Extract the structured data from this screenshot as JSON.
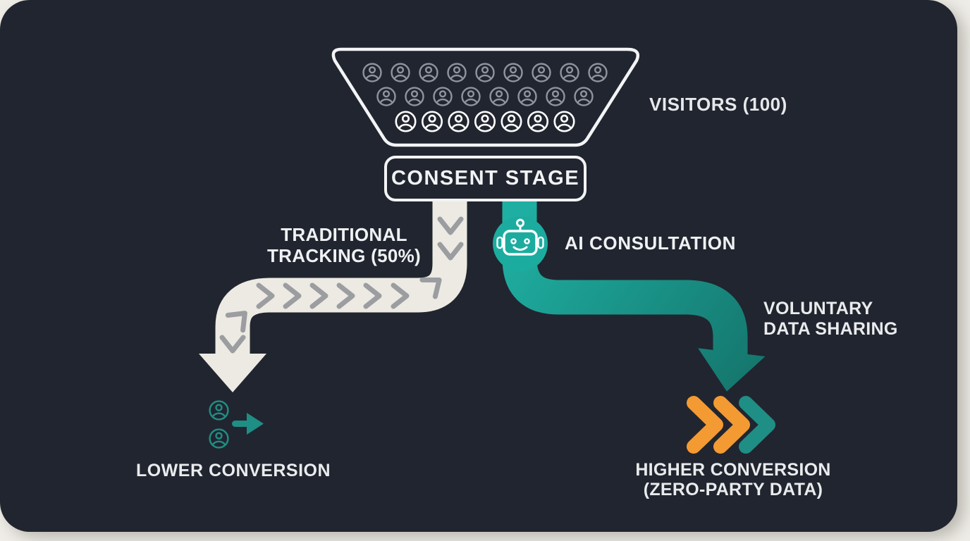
{
  "page": {
    "background": "#EFEDE7",
    "panel_background": "#21252F"
  },
  "palette": {
    "cream_path": "#ECEAE2",
    "teal_bright": "#1FAFA2",
    "teal_dark": "#15786F",
    "orange": "#F49A32",
    "chevron_gray": "#9B9DA0",
    "text_light": "#EFF1F3",
    "visitor_icon_gray": "#8F95A0",
    "visitor_icon_white": "#FFFFFF"
  },
  "icons": {
    "visitor": "person-circle-icon",
    "consultation": "robot-icon",
    "lower_outcome": "person-pair-with-right-arrow-icon",
    "higher_outcome": "triple-chevron-icon"
  },
  "funnel": {
    "label": "VISITORS (100)",
    "row_counts": [
      9,
      8,
      7
    ]
  },
  "consent_stage": {
    "label": "CONSENT STAGE"
  },
  "left_branch": {
    "label": [
      "TRADITIONAL",
      "TRACKING (50%)"
    ],
    "outcome": "LOWER CONVERSION"
  },
  "right_branch": {
    "label": "AI CONSULTATION",
    "benefit": [
      "VOLUNTARY",
      "DATA SHARING"
    ],
    "outcome": [
      "HIGHER CONVERSION",
      "(ZERO-PARTY DATA)"
    ]
  }
}
